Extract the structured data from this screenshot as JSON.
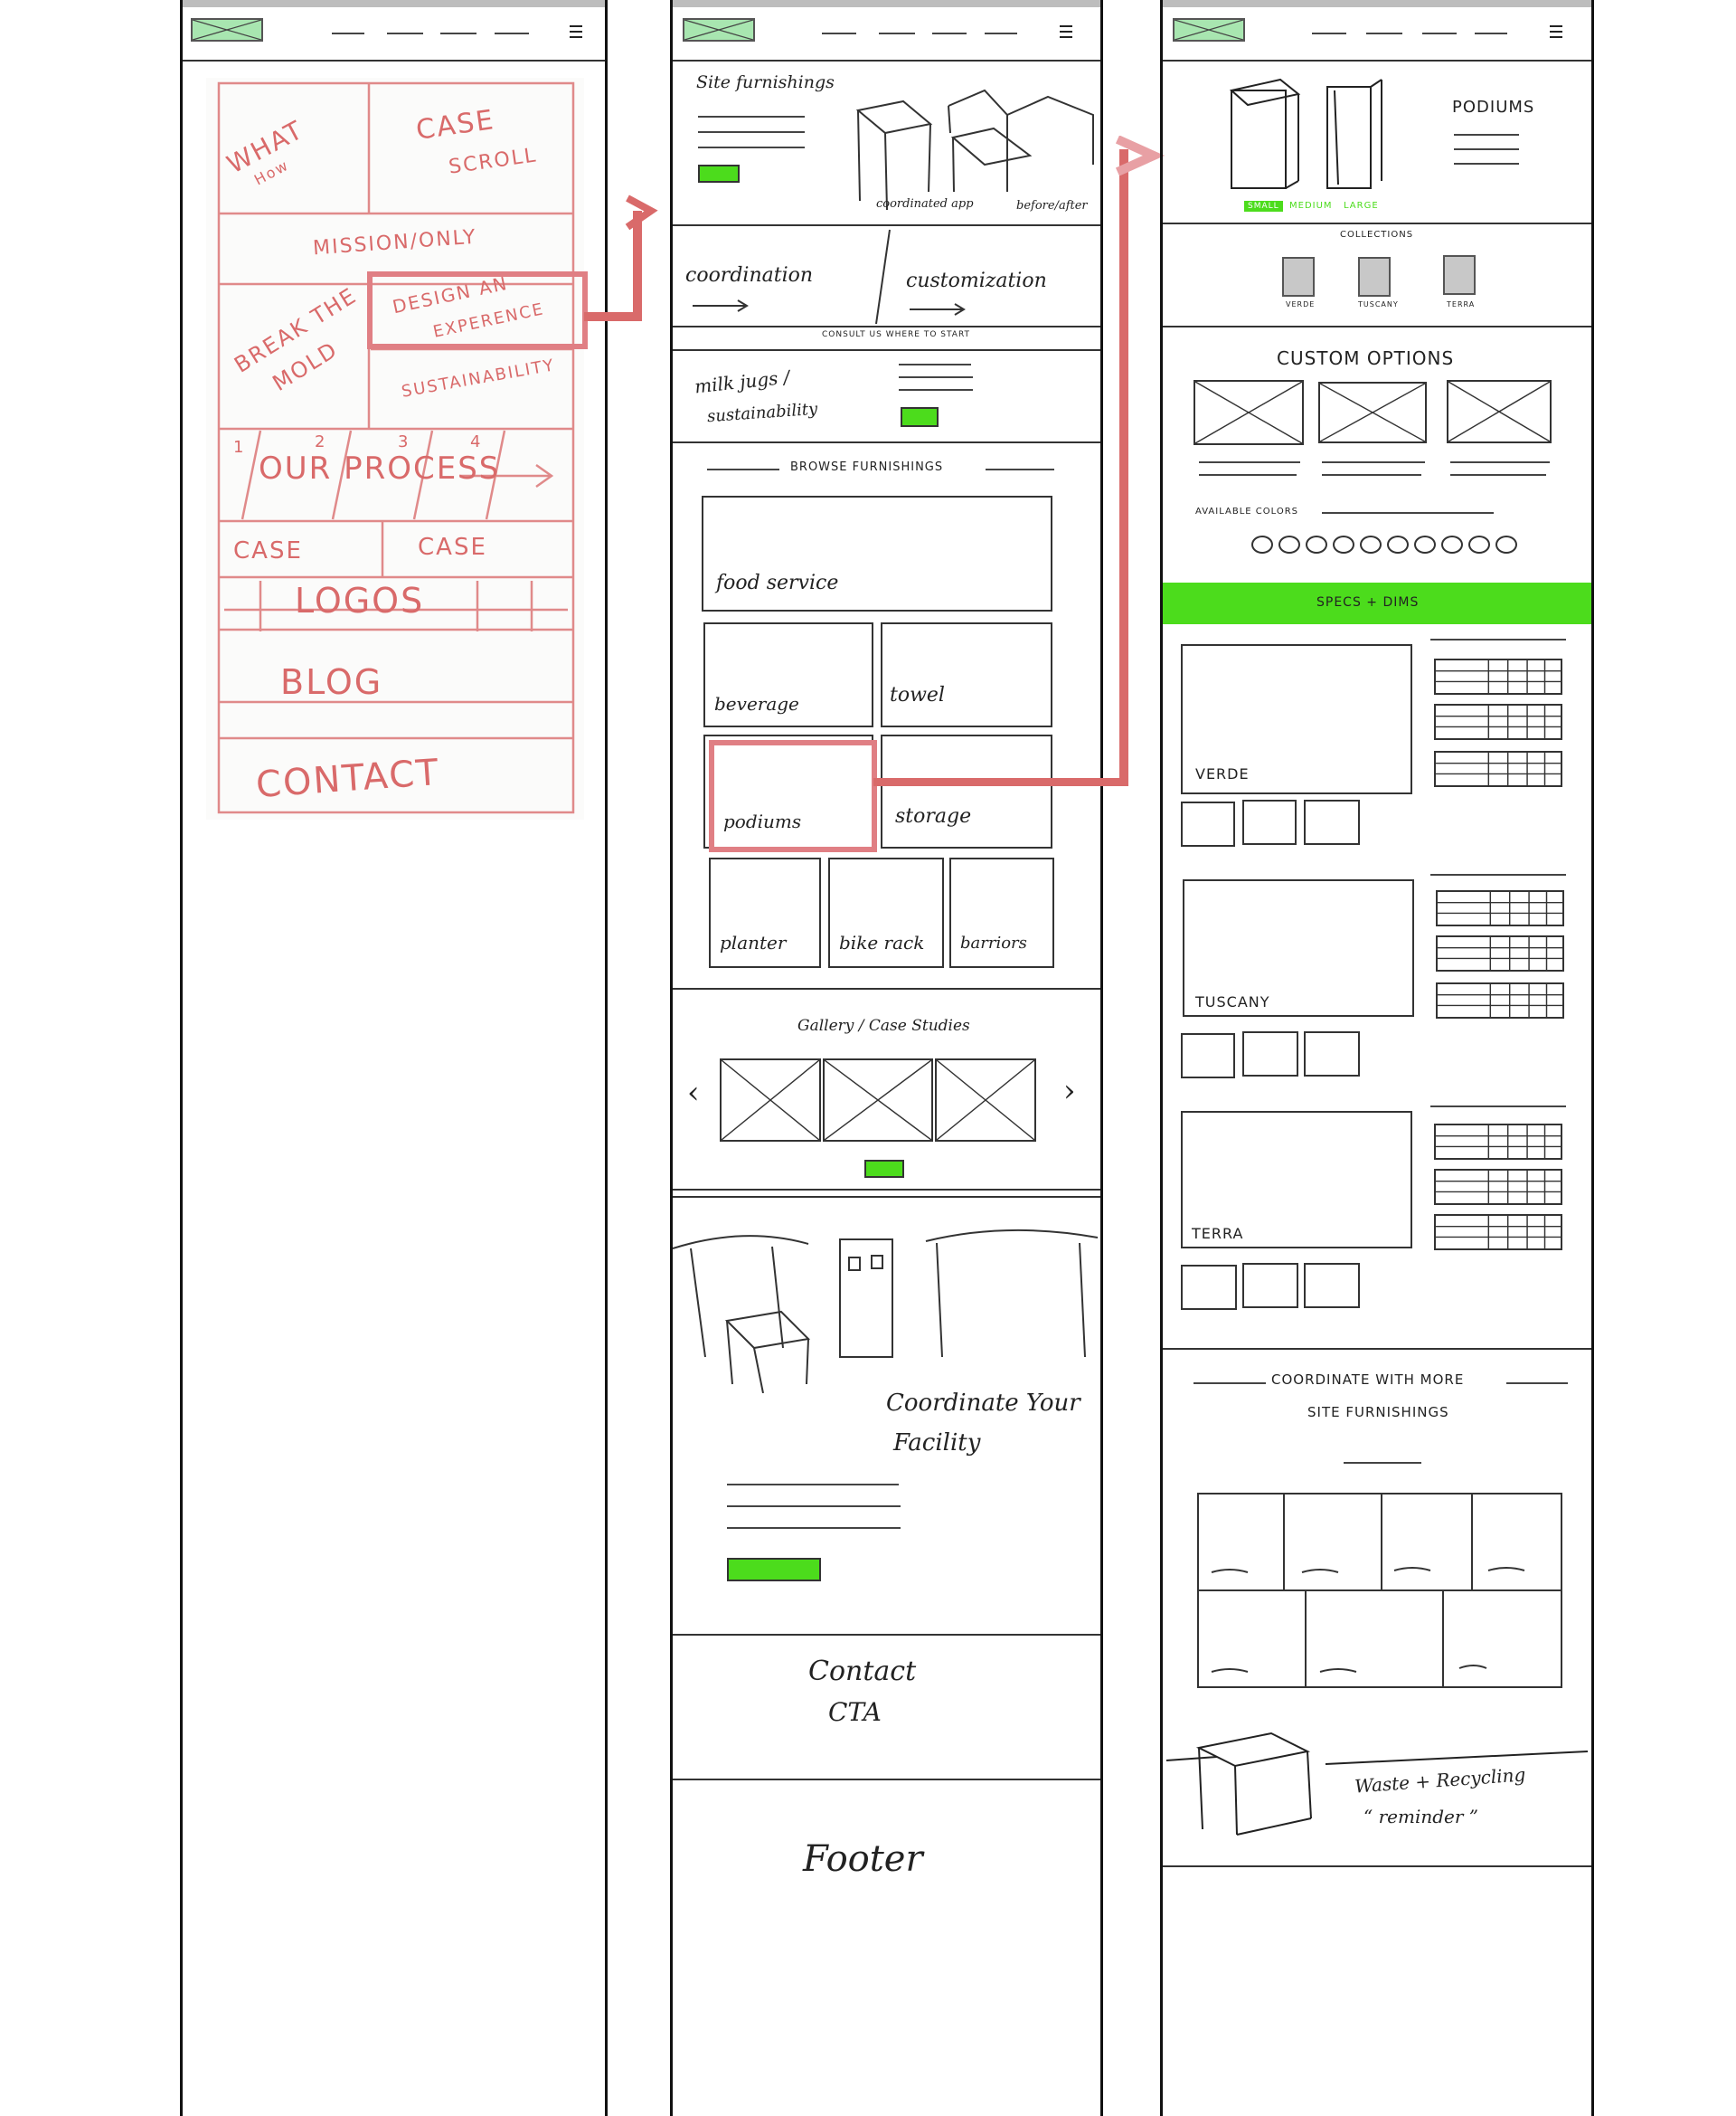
{
  "col1": {
    "whiteboard": {
      "what": "WHAT",
      "how": "How",
      "case_scroll_1": "CASE",
      "case_scroll_2": "SCROLL",
      "mission": "MISSION/ONLY",
      "break_1": "BREAK THE",
      "break_2": "MOLD",
      "design_1": "DESIGN AN",
      "design_2": "EXPERENCE",
      "sustainability": "SUSTAINABILITY",
      "process": "OUR PROCESS",
      "process_nums": [
        "1",
        "2",
        "3",
        "4"
      ],
      "case_a": "CASE",
      "case_b": "CASE",
      "logos": "LOGOS",
      "blog": "BLOG",
      "contact": "CONTACT"
    }
  },
  "col2": {
    "hero_title": "Site furnishings",
    "hero_cap_1": "coordinated app",
    "hero_cap_2": "before/after",
    "coordination": "coordination",
    "customization": "customization",
    "consult": "CONSULT US WHERE TO START",
    "milk_1": "milk jugs /",
    "milk_2": "sustainability",
    "browse": "BROWSE FURNISHINGS",
    "tiles": [
      "food service",
      "beverage",
      "towel",
      "podiums",
      "storage",
      "planter",
      "bike rack",
      "barriors"
    ],
    "gallery": "Gallery / Case Studies",
    "arrow_left": "‹",
    "arrow_right": "›",
    "coordinate_1": "Coordinate Your",
    "coordinate_2": "Facility",
    "contact_1": "Contact",
    "contact_2": "CTA",
    "footer": "Footer"
  },
  "col3": {
    "podiums": "PODIUMS",
    "sizes": [
      "SMALL",
      "MEDIUM",
      "LARGE"
    ],
    "collections": "COLLECTIONS",
    "collection_names": [
      "VERDE",
      "TUSCANY",
      "TERRA"
    ],
    "custom_options": "CUSTOM OPTIONS",
    "available_colors": "AVAILABLE COLORS",
    "specs": "SPECS + DIMS",
    "products": [
      "VERDE",
      "TUSCANY",
      "TERRA"
    ],
    "coordinate_1": "COORDINATE WITH MORE",
    "coordinate_2": "SITE FURNISHINGS",
    "waste_1": "Waste + Recycling",
    "waste_2": "“ reminder ”"
  }
}
